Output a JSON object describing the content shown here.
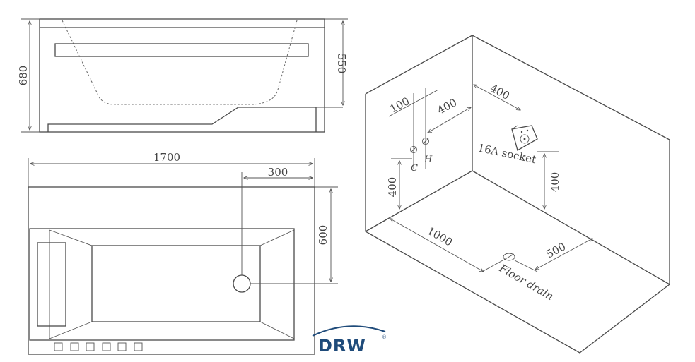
{
  "side_view": {
    "height_total": "680",
    "height_rim": "550"
  },
  "plan_view": {
    "length": "1700",
    "drain_offset": "300",
    "width": "600"
  },
  "room_view": {
    "dim_100": "100",
    "dim_400_wall": "400",
    "dim_400_top": "400",
    "dim_400_left_height": "400",
    "dim_400_right_height": "400",
    "dim_1000": "1000",
    "dim_500": "500",
    "label_c": "C",
    "label_h": "H",
    "socket_label": "16A socket",
    "floor_drain_label": "Floor drain"
  },
  "brand": {
    "logo_text": "DRW",
    "registered": "®",
    "color": "#1f4b7a"
  }
}
